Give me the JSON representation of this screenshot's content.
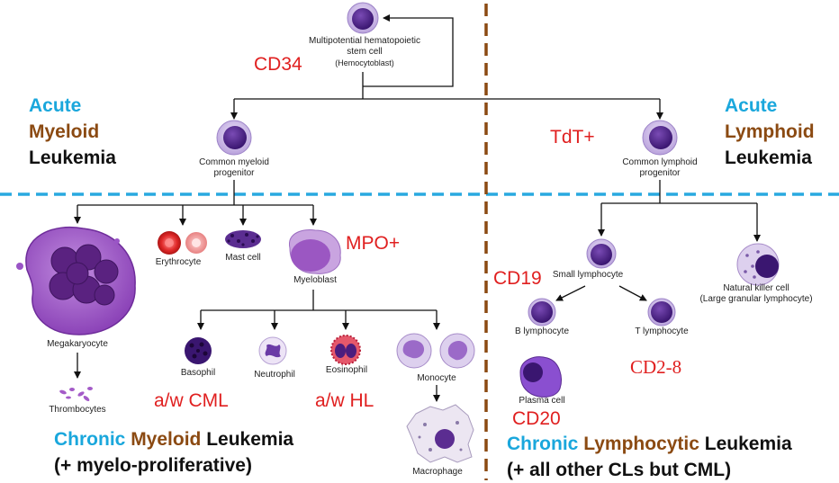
{
  "cells": {
    "stem": [
      "Multipotential hematopoietic",
      "stem cell",
      "(Hemocytoblast)"
    ],
    "common_myeloid": [
      "Common myeloid",
      "progenitor"
    ],
    "common_lymphoid": [
      "Common lymphoid",
      "progenitor"
    ],
    "megakaryocyte": "Megakaryocyte",
    "thrombocytes": "Thrombocytes",
    "erythrocyte": "Erythrocyte",
    "mast_cell": "Mast cell",
    "myeloblast": "Myeloblast",
    "basophil": "Basophil",
    "neutrophil": "Neutrophil",
    "eosinophil": "Eosinophil",
    "monocyte": "Monocyte",
    "macrophage": "Macrophage",
    "small_lymphocyte": "Small lymphocyte",
    "nk_cell": [
      "Natural killer cell",
      "(Large granular lymphocyte)"
    ],
    "b_lymphocyte": "B lymphocyte",
    "t_lymphocyte": "T lymphocyte",
    "plasma_cell": "Plasma cell"
  },
  "markers": {
    "cd34": "CD34",
    "tdt": "TdT+",
    "mpo": "MPO+",
    "cd19": "CD19",
    "cd20": "CD20",
    "cd2_8": "CD2-8",
    "aw_cml": "a/w CML",
    "aw_hl": "a/w HL"
  },
  "leukemia": {
    "aml": [
      "Acute",
      "Myeloid",
      "Leukemia"
    ],
    "all": [
      "Acute",
      "Lymphoid",
      "Leukemia"
    ],
    "cml": {
      "word1": "Chronic",
      "word2": "Myeloid",
      "word3": "Leukemia",
      "note": "(+ myelo-proliferative)"
    },
    "cll": {
      "word1": "Chronic",
      "word2": "Lymphocytic",
      "word3": "Leukemia",
      "note": "(+ all other CLs but CML)"
    }
  },
  "colors": {
    "cyan": "#1aa7dc",
    "brown": "#8b4a12",
    "red_marker": "#e02020",
    "cell_purple": "#5b2d91",
    "cell_lavender": "#c9b6e6",
    "divider_cyan": "#29a9e0",
    "divider_brown": "#8b4a12"
  }
}
